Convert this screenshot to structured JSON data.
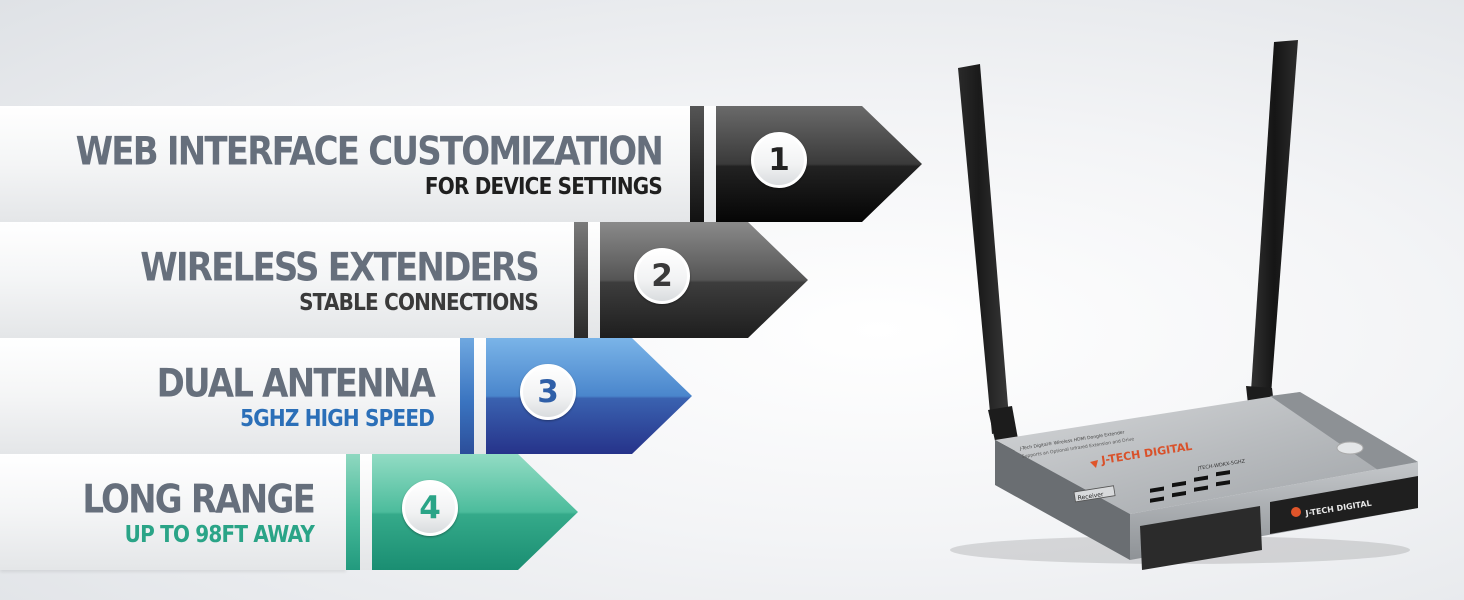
{
  "features": [
    {
      "number": "1",
      "title": "WEB INTERFACE CUSTOMIZATION",
      "subtitle": "FOR DEVICE SETTINGS"
    },
    {
      "number": "2",
      "title": "WIRELESS EXTENDERS",
      "subtitle": "STABLE CONNECTIONS"
    },
    {
      "number": "3",
      "title": "DUAL ANTENNA",
      "subtitle": "5GHZ HIGH SPEED"
    },
    {
      "number": "4",
      "title": "LONG RANGE",
      "subtitle": "UP TO 98FT AWAY"
    }
  ],
  "colors": {
    "title": "#666f7c",
    "row1": "#1a1a1a",
    "row2": "#333333",
    "row3": "#2f5fa8",
    "row4": "#2aa487",
    "sub1": "#1f1f1f",
    "sub2": "#3a3a3a",
    "sub3": "#2b6fb8",
    "sub4": "#2aa487"
  },
  "device": {
    "brand_top": "J-TECH DIGITAL",
    "brand_front": "J-TECH DIGITAL",
    "label": "Receiver",
    "model": "JTECH-WDKX-5GHZ",
    "tagline": "J-Tech Digital® Wireless HDMI Dongle Extender",
    "tagline2": "Supports an Optional Infrared Extension and Drive"
  }
}
